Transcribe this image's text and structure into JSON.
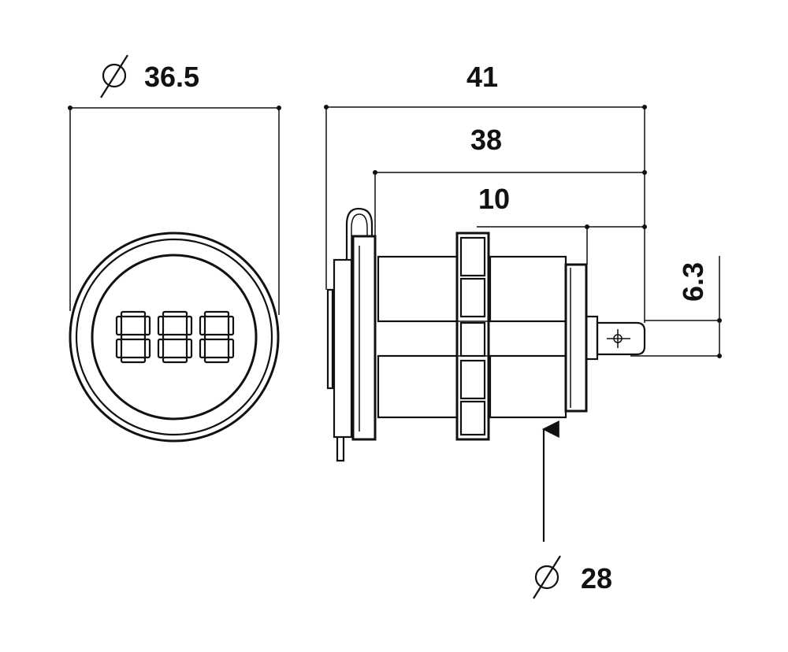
{
  "dimensions": {
    "front_diameter": {
      "symbol": "⌀",
      "value": "36.5"
    },
    "overall_length": {
      "value": "41"
    },
    "body_length": {
      "value": "38"
    },
    "terminal_length": {
      "value": "10"
    },
    "terminal_width": {
      "value": "6.3"
    },
    "thread_diameter": {
      "symbol": "⌀",
      "value": "28"
    }
  },
  "display": {
    "digits": "888"
  },
  "colors": {
    "ink": "#111111",
    "background": "#ffffff"
  }
}
